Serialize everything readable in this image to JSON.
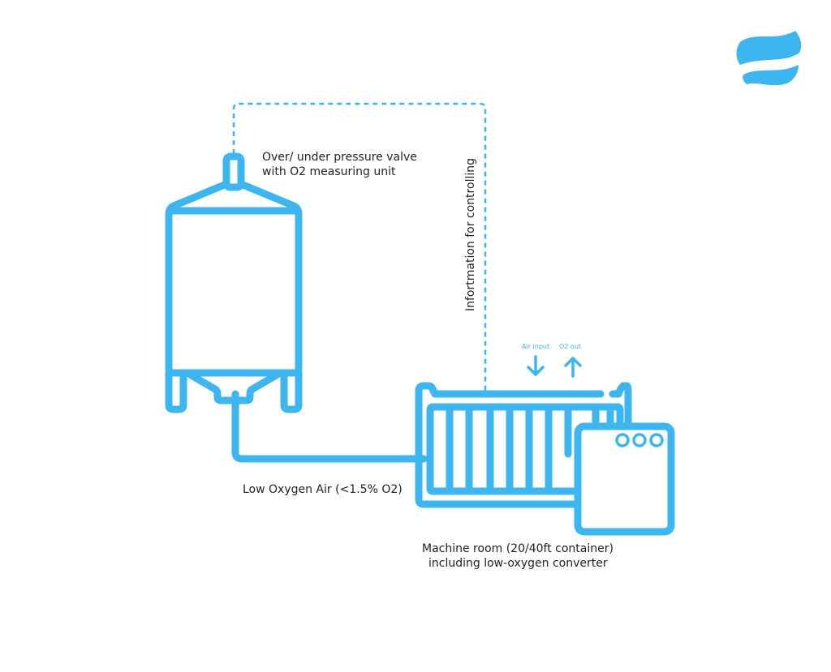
{
  "colors": {
    "accent": "#3db5ef",
    "text": "#222222",
    "logo_light": "#45c0f2",
    "logo_dark": "#1e8fe0"
  },
  "labels": {
    "valve_line1": "Over/ under pressure valve",
    "valve_line2": "with O2 measuring unit",
    "control_info": "Infortmation for controlling",
    "air_input": "Air input",
    "o2_out": "O2 out",
    "low_oxygen_air": "Low Oxygen Air (<1.5% O2)",
    "machine_room_line1": "Machine room (20/40ft container)",
    "machine_room_line2": "including low-oxygen converter"
  },
  "icons": {
    "logo": "wave-sphere-logo",
    "silo": "silo-icon",
    "container": "shipping-container-icon",
    "converter": "converter-unit-icon",
    "air_input_arrow": "arrow-down-icon",
    "o2_out_arrow": "arrow-up-icon"
  }
}
